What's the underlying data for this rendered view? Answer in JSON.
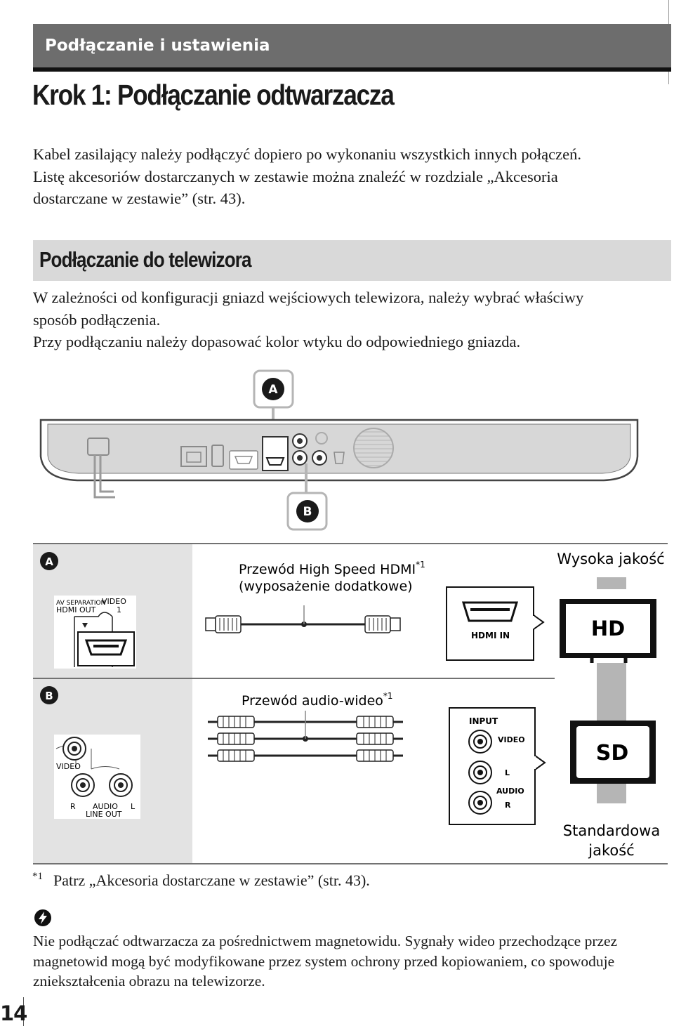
{
  "header": {
    "section_title": "Podłączanie i ustawienia",
    "page_heading": "Krok 1: Podłączanie odtwarzacza"
  },
  "intro": {
    "line1": "Kabel zasilający należy podłączyć dopiero po wykonaniu wszystkich innych połączeń.",
    "line2": "Listę akcesoriów dostarczanych w zestawie można znaleźć w rozdziale „Akcesoria",
    "line3": "dostarczane w zestawie” (str. 43)."
  },
  "tv_section": {
    "title": "Podłączanie do telewizora",
    "line1": "W zależności od konfiguracji gniazd wejściowych telewizora, należy wybrać właściwy",
    "line2": "sposób podłączenia.",
    "line3": "Przy podłączaniu należy dopasować kolor wtyku do odpowiedniego gniazda."
  },
  "diagram": {
    "callout_a": "A",
    "callout_b": "B",
    "row_a": {
      "marker": "A",
      "jack_label_1": "AV SEPARATION",
      "jack_label_2": "HDMI OUT",
      "jack_label_3": "VIDEO",
      "jack_label_4": "1",
      "cable_line1": "Przewód High Speed HDMI",
      "cable_sup": "*1",
      "cable_line2": "(wyposażenie dodatkowe)",
      "tv_port_label": "HDMI IN",
      "quality_label": "Wysoka jakość",
      "screen_label": "HD"
    },
    "row_b": {
      "marker": "B",
      "jack_video": "VIDEO",
      "jack_r": "R",
      "jack_audio": "AUDIO",
      "jack_l": "L",
      "jack_lineout": "LINE OUT",
      "cable_label": "Przewód audio-wideo",
      "cable_sup": "*1",
      "tv_input": "INPUT",
      "tv_video": "VIDEO",
      "tv_l": "L",
      "tv_audio": "AUDIO",
      "tv_r": "R",
      "quality_line1": "Standardowa",
      "quality_line2": "jakość",
      "screen_label": "SD"
    }
  },
  "footnote": {
    "mark": "*1",
    "text": "Patrz „Akcesoria dostarczane w zestawie” (str. 43)."
  },
  "tip": {
    "icon": "tip-lightning-icon",
    "line1": "Nie podłączać odtwarzacza za pośrednictwem magnetowidu. Sygnały wideo przechodzące przez",
    "line2": "magnetowid mogą być modyfikowane przez system ochrony przed kopiowaniem, co spowoduje",
    "line3": "zniekształcenia obrazu na telewizorze."
  },
  "page_number": "14"
}
